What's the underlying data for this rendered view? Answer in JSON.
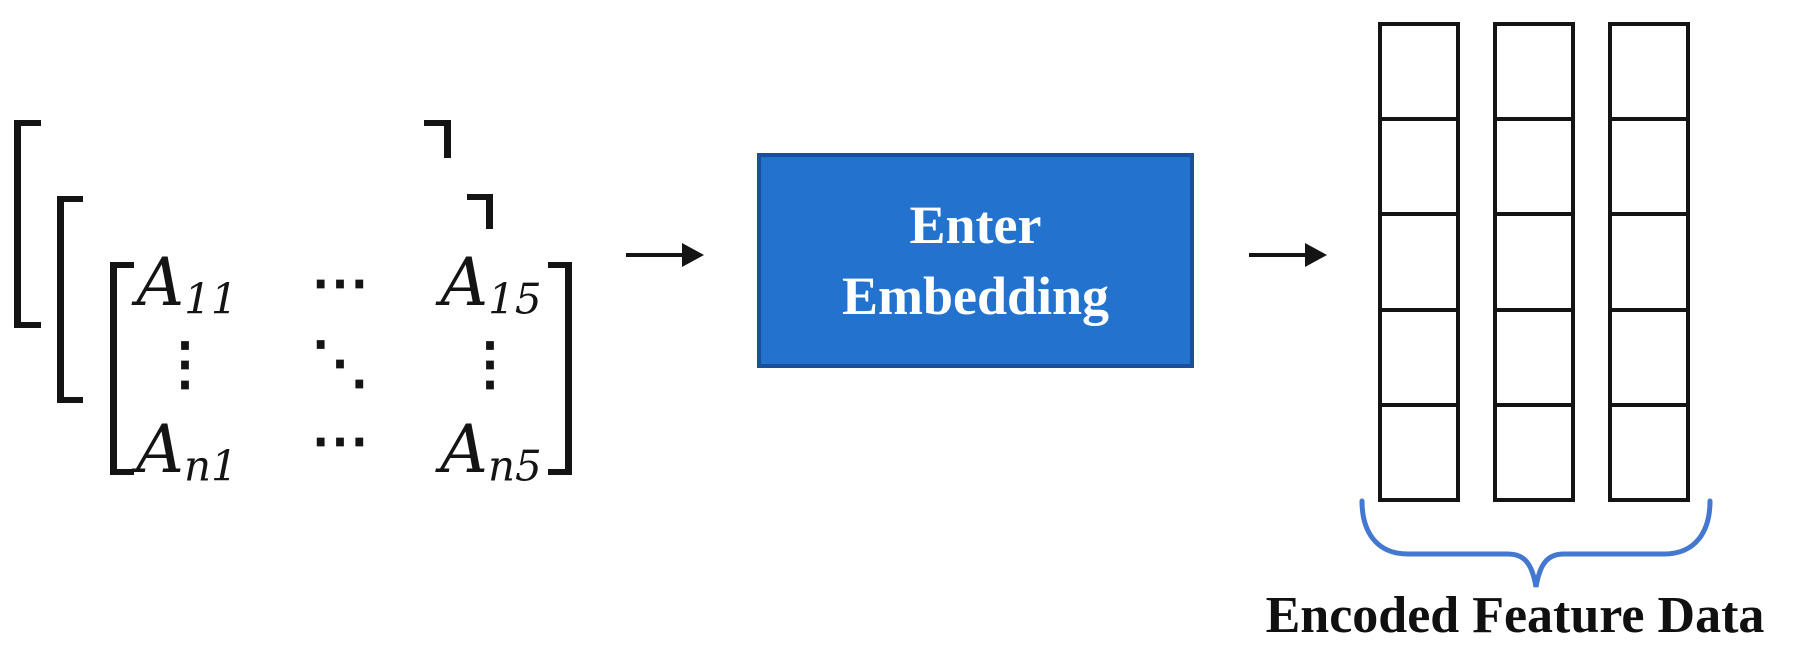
{
  "figure": {
    "input_matrix": {
      "nesting_levels": 3,
      "entries": {
        "a11": {
          "base": "A",
          "sub": "11"
        },
        "a15": {
          "base": "A",
          "sub": "15"
        },
        "an1": {
          "base": "A",
          "sub": "n1"
        },
        "an5": {
          "base": "A",
          "sub": "n5"
        }
      },
      "dots": {
        "horizontal": "⋯",
        "vertical": "⋮",
        "diagonal": "⋱"
      }
    },
    "embedding_box": {
      "label_line1": "Enter",
      "label_line2": "Embedding"
    },
    "encoded_output": {
      "columns": 3,
      "cells_per_column": 5,
      "label": "Encoded Feature Data"
    },
    "colors": {
      "ink": "#141414",
      "box_fill": "#2272CE",
      "box_border": "#1B4F9C",
      "box_text": "#FFFFFF",
      "brace": "#4477CF",
      "label_text": "#101010"
    }
  }
}
